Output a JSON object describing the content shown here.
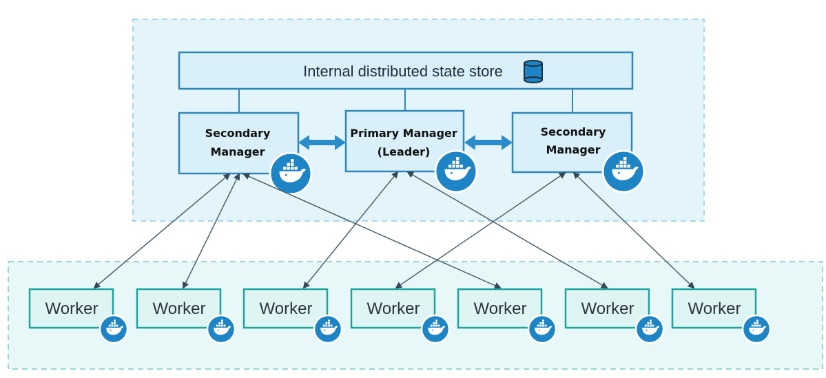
{
  "colors": {
    "manager_zone_fill": "#e4f4fb",
    "manager_zone_border": "#8ecbe0",
    "worker_zone_fill": "#e8f8f8",
    "worker_zone_border": "#7fc6c6",
    "store_fill": "#d9eff9",
    "store_border": "#2f86b8",
    "manager_border": "#2f86b8",
    "worker_fill": "#dff5f3",
    "worker_border": "#1ba39c",
    "docker_badge": "#1d84c6",
    "sync_arrow": "#2a8dc9",
    "link_line": "#4c5f6e"
  },
  "state_store": {
    "label": "Internal distributed state store",
    "icon": "database-icon"
  },
  "managers": [
    {
      "id": "secondary-left",
      "line1": "Secondary",
      "line2": "Manager",
      "icon": "docker-whale-icon"
    },
    {
      "id": "primary",
      "line1": "Primary Manager",
      "line2": "(Leader)",
      "icon": "docker-whale-icon"
    },
    {
      "id": "secondary-right",
      "line1": "Secondary",
      "line2": "Manager",
      "icon": "docker-whale-icon"
    }
  ],
  "workers": [
    {
      "label": "Worker",
      "icon": "docker-whale-icon"
    },
    {
      "label": "Worker",
      "icon": "docker-whale-icon"
    },
    {
      "label": "Worker",
      "icon": "docker-whale-icon"
    },
    {
      "label": "Worker",
      "icon": "docker-whale-icon"
    },
    {
      "label": "Worker",
      "icon": "docker-whale-icon"
    },
    {
      "label": "Worker",
      "icon": "docker-whale-icon"
    },
    {
      "label": "Worker",
      "icon": "docker-whale-icon"
    }
  ]
}
